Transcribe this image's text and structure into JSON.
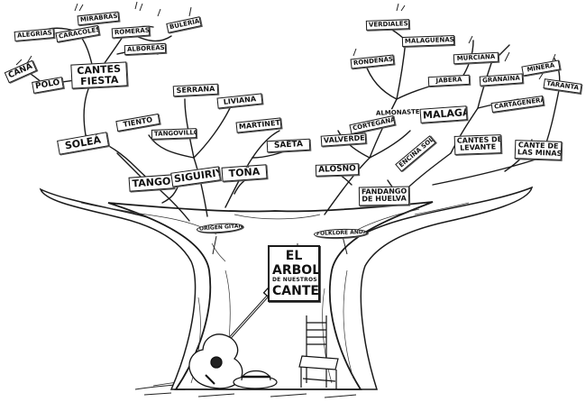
{
  "title": {
    "line1": "EL",
    "line2": "ARBOL",
    "line3": "DE NUESTROS",
    "line4": "CANTES"
  },
  "roots": {
    "left": "ORIGEN GITANO",
    "right": "FOLKLORE ANDALUZ"
  },
  "cantes": {
    "alegrias": "ALEGRÍAS",
    "mirabras": "MIRABRÁS",
    "caracoles": "CARACOLES",
    "romeras": "ROMERAS",
    "alboreas": "ALBOREAS",
    "bulerias": "BULERÍAS",
    "cana": "CAÑA",
    "polo": "POLO",
    "cantes_fiesta_1": "CANTES",
    "cantes_fiesta_2": "FIESTA",
    "serrana": "SERRANA",
    "liviana": "LIVIANA",
    "martinete": "MARTINETE",
    "tiento": "TIENTO",
    "tangovillo": "TANGOVILLO",
    "solea": "SOLEÁ",
    "saeta": "SAETA",
    "tango": "TANGO",
    "siguiriya": "SIGUIRIYA",
    "tona": "TOÑA",
    "verdiales": "VERDIALES",
    "malaguenas": "MALAGUEÑAS",
    "rondenas": "RONDEÑAS",
    "murciana": "MURCIANA",
    "minera": "MINERA",
    "jabera": "JABERA",
    "granaina": "GRANAINA",
    "taranta": "TARANTA",
    "almonaster": "ALMONASTER",
    "malaga": "MALAGA",
    "cortegana": "CORTEGANA",
    "cartagenera": "CARTAGENERA",
    "valverde": "VALVERDE",
    "encina_sola": "ENCINA SOLA",
    "cantes_levante_1": "CANTES DE",
    "cantes_levante_2": "LEVANTE",
    "cante_minas_1": "CANTE DE",
    "cante_minas_2": "LAS MINAS",
    "alosno": "ALOSNO",
    "fandango_1": "FANDANGO",
    "fandango_2": "DE HUELVA"
  }
}
